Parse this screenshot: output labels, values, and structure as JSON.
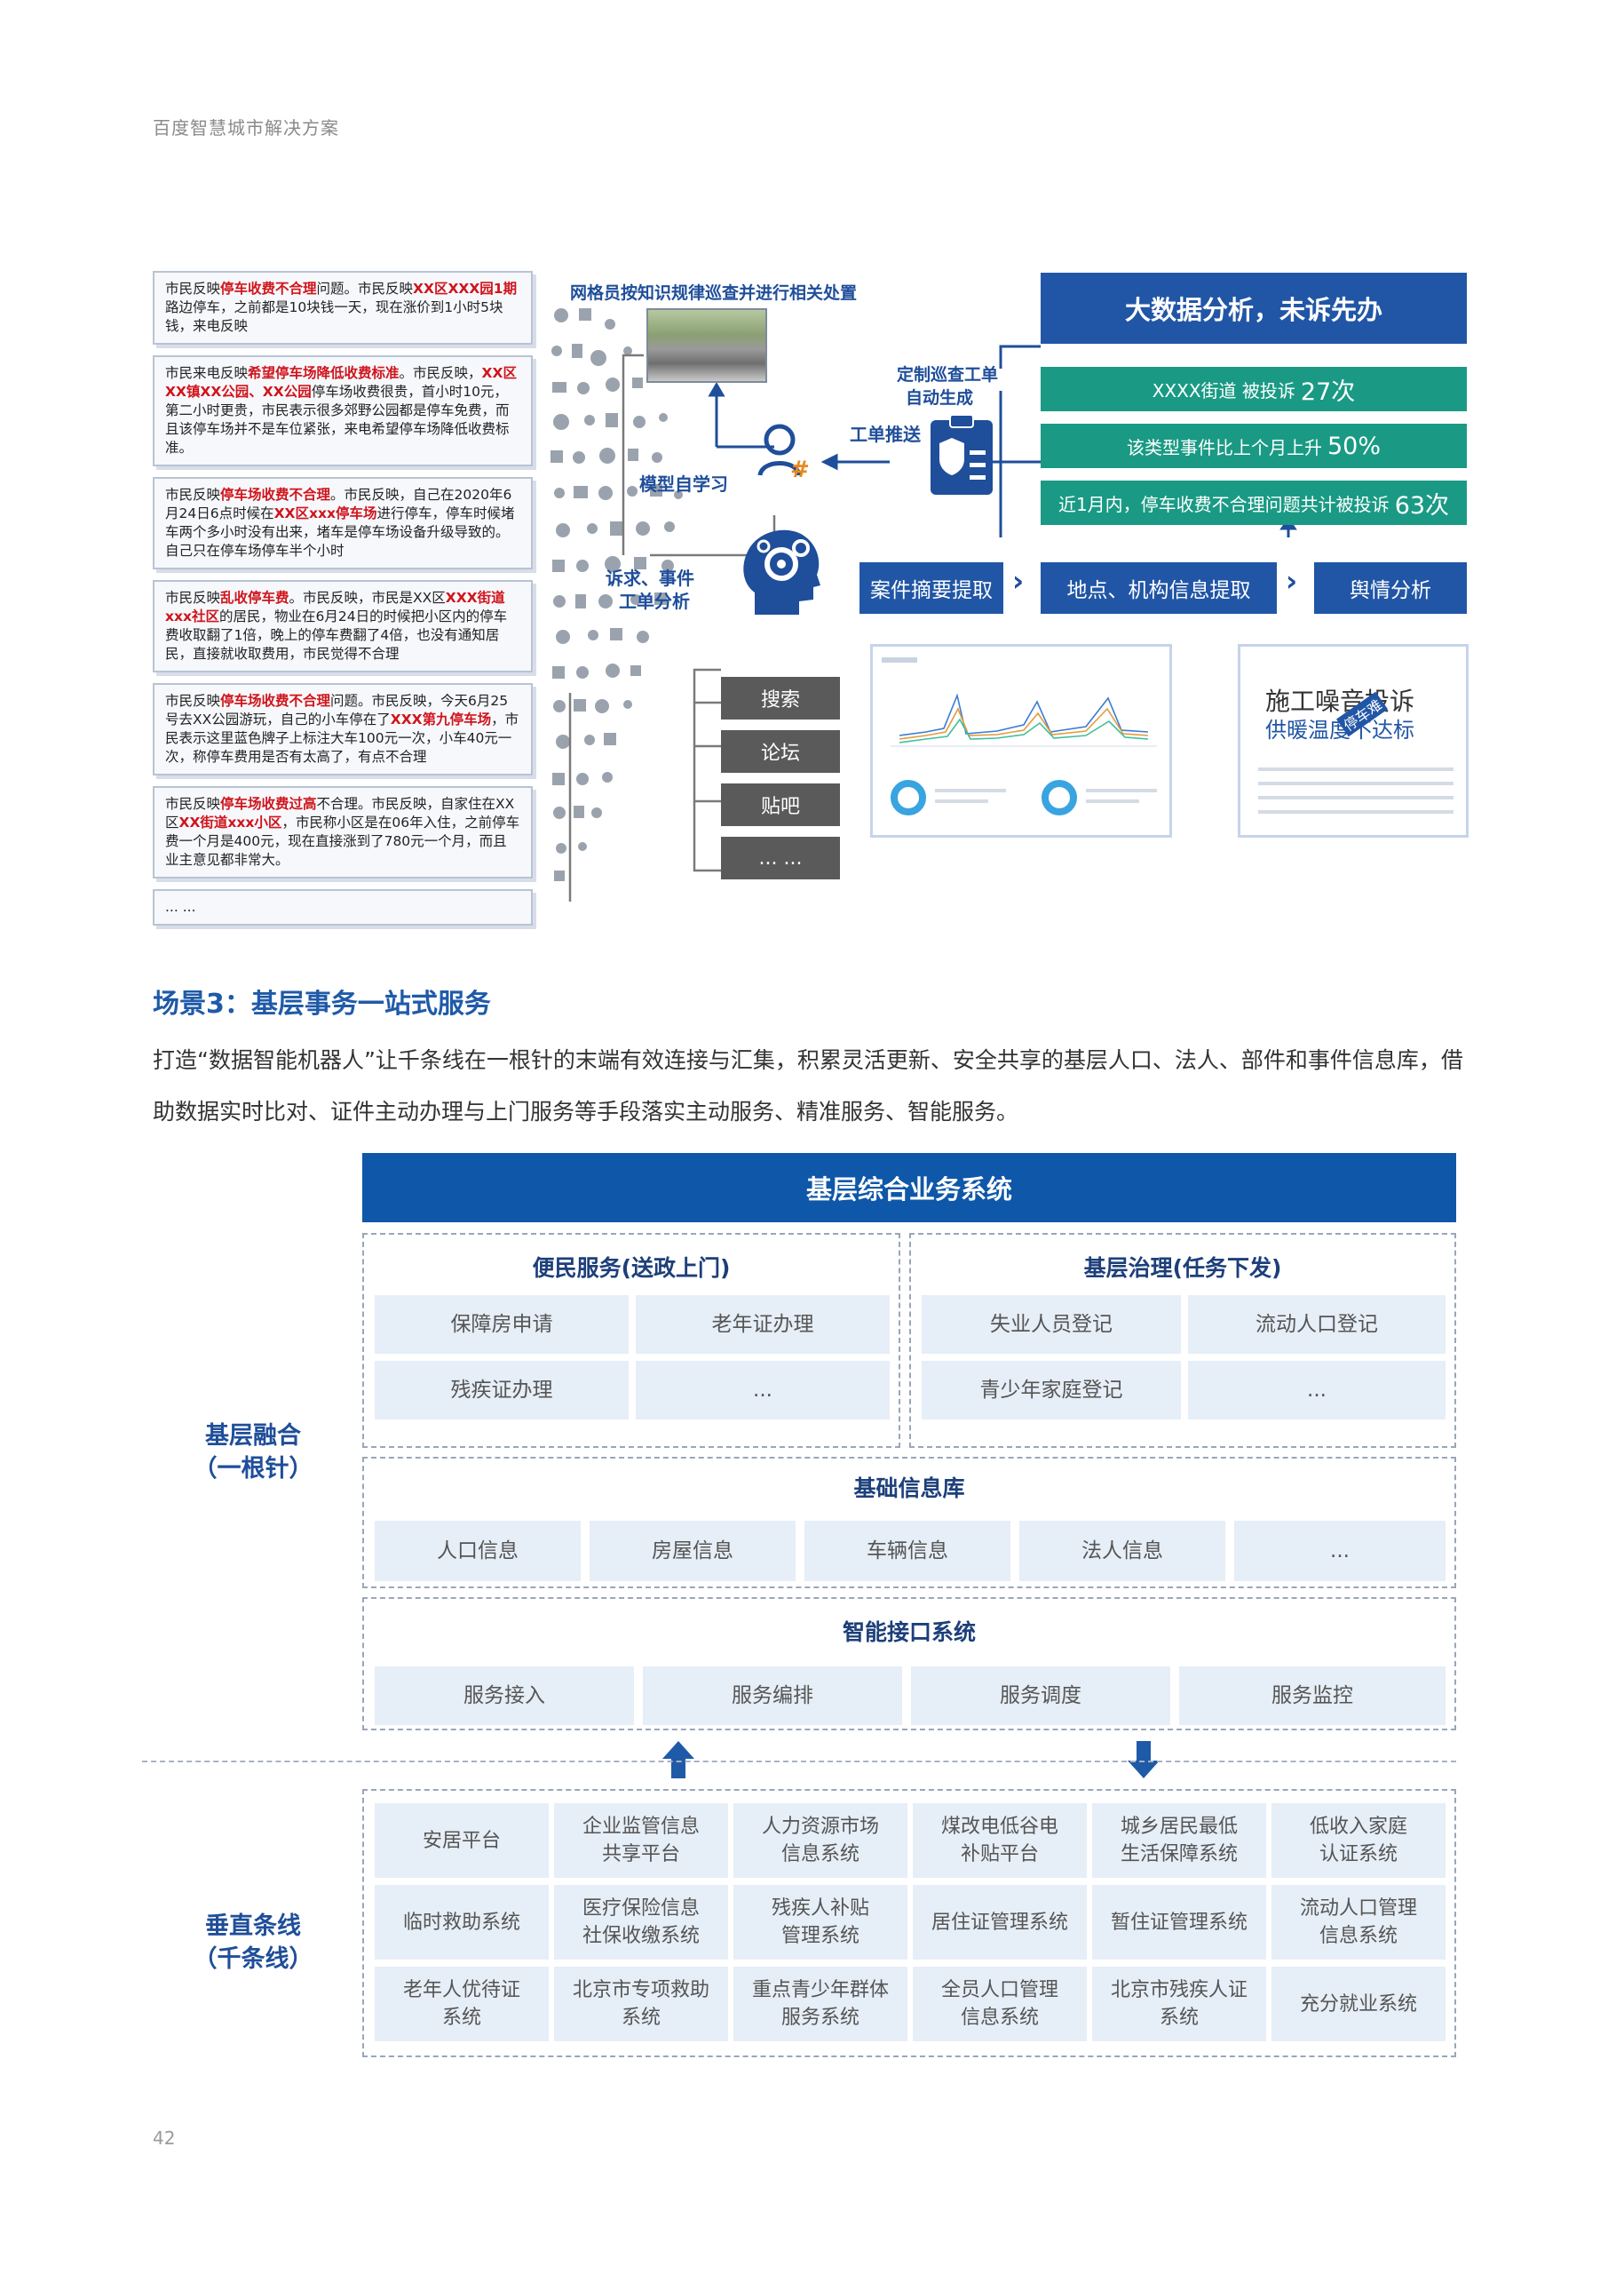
{
  "header": "百度智慧城市解决方案",
  "page_number": "42",
  "figure": {
    "complaints": [
      {
        "parts": [
          {
            "t": "市民反映"
          },
          {
            "t": "停车收费不合理",
            "h": true
          },
          {
            "t": "问题。市民反映"
          },
          {
            "t": "XX区XXX园1期",
            "h": true
          },
          {
            "t": "路边停车，之前都是10块钱一天，现在涨价到1小时5块钱，来电反映"
          }
        ]
      },
      {
        "parts": [
          {
            "t": "市民来电反映"
          },
          {
            "t": "希望停车场降低收费标准",
            "h": true
          },
          {
            "t": "。市民反映，"
          },
          {
            "t": "XX区XX镇XX公园、XX公园",
            "h": true
          },
          {
            "t": "停车场收费很贵，首小时10元，第二小时更贵，市民表示很多郊野公园都是停车免费，而且该停车场并不是车位紧张，来电希望停车场降低收费标准。"
          }
        ]
      },
      {
        "parts": [
          {
            "t": "市民反映"
          },
          {
            "t": "停车场收费不合理",
            "h": true
          },
          {
            "t": "。市民反映，自己在2020年6月24日6点时候在"
          },
          {
            "t": "XX区xxx停车场",
            "h": true
          },
          {
            "t": "进行停车，停车时候堵车两个多小时没有出来，堵车是停车场设备升级导致的。自己只在停车场停车半个小时"
          }
        ]
      },
      {
        "parts": [
          {
            "t": "市民反映"
          },
          {
            "t": "乱收停车费",
            "h": true
          },
          {
            "t": "。市民反映，市民是XX区"
          },
          {
            "t": "XXX街道xxx社区",
            "h": true
          },
          {
            "t": "的居民，物业在6月24日的时候把小区内的停车费收取翻了1倍，晚上的停车费翻了4倍，也没有通知居民，直接就收取费用，市民觉得不合理"
          }
        ]
      },
      {
        "parts": [
          {
            "t": "市民反映"
          },
          {
            "t": "停车场收费不合理",
            "h": true
          },
          {
            "t": "问题。市民反映，今天6月25号去XX公园游玩，自己的小车停在了"
          },
          {
            "t": "XXX第九停车场",
            "h": true
          },
          {
            "t": "，市民表示这里蓝色牌子上标注大车100元一次，小车40元一次，称停车费用是否有太高了，有点不合理"
          }
        ]
      },
      {
        "parts": [
          {
            "t": "市民反映"
          },
          {
            "t": "停车场收费过高",
            "h": true
          },
          {
            "t": "不合理。市民反映，自家住在XX区"
          },
          {
            "t": "XX街道xxx小区",
            "h": true
          },
          {
            "t": "，市民称小区是在06年入住，之前停车费一个月是400元，现在直接涨到了780元一个月，而且业主意见都非常大。"
          }
        ]
      },
      {
        "parts": [
          {
            "t": "... ..."
          }
        ]
      }
    ],
    "grid_label": "网格员按知识规律巡查并进行相关处置",
    "custom_label_1": "定制巡查工单",
    "custom_label_2": "自动生成",
    "push_label": "工单推送",
    "learn_label": "模型自学习",
    "analysis_label_1": "诉求、事件",
    "analysis_label_2": "工单分析",
    "big_data_title": "大数据分析，未诉先办",
    "stats": [
      {
        "text": "XXXX街道 被投诉",
        "num": "27次"
      },
      {
        "text": "该类型事件比上个月上升",
        "num": "50%"
      },
      {
        "text": "近1月内，停车收费不合理问题共计被投诉",
        "num": "63次"
      }
    ],
    "steps": [
      "案件摘要提取",
      "地点、机构信息提取",
      "舆情分析"
    ],
    "sources": [
      "搜索",
      "论坛",
      "贴吧",
      "... ..."
    ],
    "wordcloud": [
      "施工噪音投诉",
      "供暖温度不达标",
      "停车难"
    ]
  },
  "section": {
    "title": "场景3：基层事务一站式服务",
    "body": "打造“数据智能机器人”让千条线在一根针的末端有效连接与汇集，积累灵活更新、安全共享的基层人口、法人、部件和事件信息库，借助数据实时比对、证件主动办理与上门服务等手段落实主动服务、精准服务、智能服务。"
  },
  "diagram": {
    "top_title": "基层综合业务系统",
    "left_label_1": "基层融合",
    "left_label_1b": "（一根针）",
    "left_label_2": "垂直条线",
    "left_label_2b": "（千条线）",
    "service_title": "便民服务(送政上门)",
    "service_items": [
      "保障房申请",
      "老年证办理",
      "残疾证办理",
      "..."
    ],
    "govern_title": "基层治理(任务下发)",
    "govern_items": [
      "失业人员登记",
      "流动人口登记",
      "青少年家庭登记",
      "..."
    ],
    "info_title": "基础信息库",
    "info_items": [
      "人口信息",
      "房屋信息",
      "车辆信息",
      "法人信息",
      "..."
    ],
    "api_title": "智能接口系统",
    "api_items": [
      "服务接入",
      "服务编排",
      "服务调度",
      "服务监控"
    ],
    "vertical_items": [
      [
        "安居平台",
        "企业监管信息\n共享平台",
        "人力资源市场\n信息系统",
        "煤改电低谷电\n补贴平台",
        "城乡居民最低\n生活保障系统",
        "低收入家庭\n认证系统"
      ],
      [
        "临时救助系统",
        "医疗保险信息\n社保收缴系统",
        "残疾人补贴\n管理系统",
        "居住证管理系统",
        "暂住证管理系统",
        "流动人口管理\n信息系统"
      ],
      [
        "老年人优待证\n系统",
        "北京市专项救助\n系统",
        "重点青少年群体\n服务系统",
        "全员人口管理\n信息系统",
        "北京市残疾人证\n系统",
        "充分就业系统"
      ]
    ]
  }
}
